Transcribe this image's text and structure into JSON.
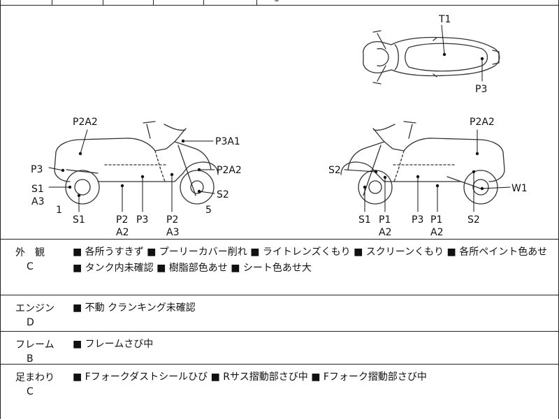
{
  "header": {
    "cut_text": "ﾞ ｰ ﾞ ﾞ"
  },
  "diagram": {
    "top_view": {
      "labels": [
        "T1",
        "P3"
      ]
    },
    "left_view": {
      "labels": [
        "P2A2",
        "P3A1",
        "P3",
        "P2A2",
        "S1",
        "A3",
        "S2",
        "1",
        "S1",
        "P2",
        "A2",
        "P3",
        "P2",
        "A3",
        "5"
      ]
    },
    "right_view": {
      "labels": [
        "P2A2",
        "S2",
        "W1",
        "S1",
        "P1",
        "A2",
        "P3",
        "P1",
        "A2",
        "S2"
      ]
    }
  },
  "sections": [
    {
      "category": "外　観",
      "grade": "C",
      "notes": "■ 各所うすきず ■ プーリーカバー削れ ■ ライトレンズくもり ■ スクリーンくもり ■ 各所ペイント色あせ ■ タンク内未確認 ■ 樹脂部色あせ ■ シート色あせ大"
    },
    {
      "category": "エンジン",
      "grade": "D",
      "notes": "■ 不動 クランキング未確認"
    },
    {
      "category": "フレーム",
      "grade": "B",
      "notes": "■ フレームさび中"
    },
    {
      "category": "足まわり",
      "grade": "C",
      "notes": "■ Fフォークダストシールひび ■ Rサス摺動部さび中 ■ Fフォーク摺動部さび中"
    }
  ]
}
